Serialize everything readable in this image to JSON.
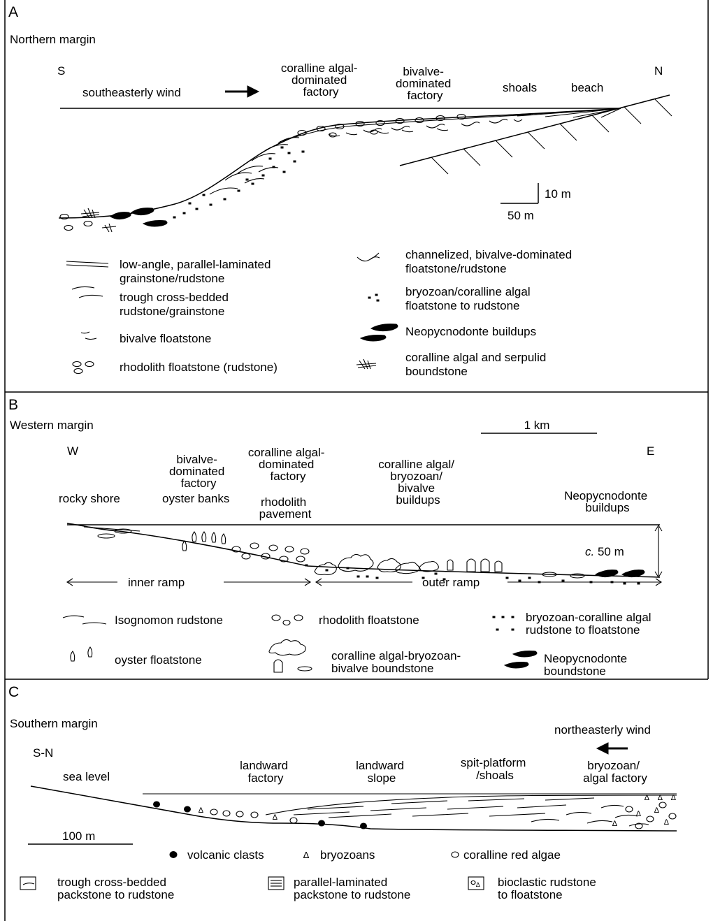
{
  "panel_a": {
    "letter": "A",
    "title": "Northern margin",
    "left_dir": "S",
    "right_dir": "N",
    "wind": "southeasterly wind",
    "labels": {
      "coralline_factory": [
        "coralline algal-",
        "dominated",
        "factory"
      ],
      "bivalve_factory": [
        "bivalve-",
        "dominated",
        "factory"
      ],
      "shoals": "shoals",
      "beach": "beach"
    },
    "scale_v": "10 m",
    "scale_h": "50 m",
    "legend": [
      [
        "low-angle, parallel-laminated",
        "grainstone/rudstone"
      ],
      [
        "trough cross-bedded",
        "rudstone/grainstone"
      ],
      [
        "bivalve floatstone"
      ],
      [
        "rhodolith floatstone (rudstone)"
      ],
      [
        "channelized, bivalve-dominated",
        "floatstone/rudstone"
      ],
      [
        "bryozoan/coralline algal",
        "floatstone to rudstone"
      ],
      [
        "Neopycnodonte buildups"
      ],
      [
        "coralline algal and serpulid",
        "boundstone"
      ]
    ]
  },
  "panel_b": {
    "letter": "B",
    "title": "Western margin",
    "left_dir": "W",
    "right_dir": "E",
    "scale": "1 km",
    "labels": {
      "bivalve_factory": [
        "bivalve-",
        "dominated",
        "factory"
      ],
      "coralline_factory": [
        "coralline algal-",
        "dominated",
        "factory"
      ],
      "buildups": [
        "coralline algal/",
        "bryozoan/",
        "bivalve",
        "buildups"
      ],
      "neo": [
        "Neopycnodonte",
        "buildups"
      ],
      "rocky_shore": "rocky shore",
      "oyster_banks": "oyster banks",
      "rhodolith": [
        "rhodolith",
        "pavement"
      ]
    },
    "depth_prefix": "c.",
    "depth_value": " 50 m",
    "inner_ramp": "inner ramp",
    "outer_ramp": "outer ramp",
    "legend": [
      [
        "Isognomon rudstone"
      ],
      [
        "rhodolith floatstone"
      ],
      [
        "bryozoan-coralline algal",
        "rudstone to floatstone"
      ],
      [
        "oyster floatstone"
      ],
      [
        "coralline algal-bryozoan-",
        "bivalve boundstone"
      ],
      [
        "Neopycnodonte",
        "boundstone"
      ]
    ]
  },
  "panel_c": {
    "letter": "C",
    "title": "Southern margin",
    "wind": "northeasterly wind",
    "direction": "S-N",
    "labels": {
      "sea_level": "sea level",
      "landward_factory": [
        "landward",
        "factory"
      ],
      "landward_slope": [
        "landward",
        "slope"
      ],
      "spit": [
        "spit-platform",
        "/shoals"
      ],
      "bryozoan": [
        "bryozoan/",
        "algal factory"
      ]
    },
    "scale": "100 m",
    "legend_symbols": [
      "volcanic clasts",
      "bryozoans",
      "coralline red algae"
    ],
    "legend_boxes": [
      [
        "trough cross-bedded",
        "packstone to rudstone"
      ],
      [
        "parallel-laminated",
        "packstone to rudstone"
      ],
      [
        "bioclastic rudstone",
        "to floatstone"
      ]
    ]
  }
}
